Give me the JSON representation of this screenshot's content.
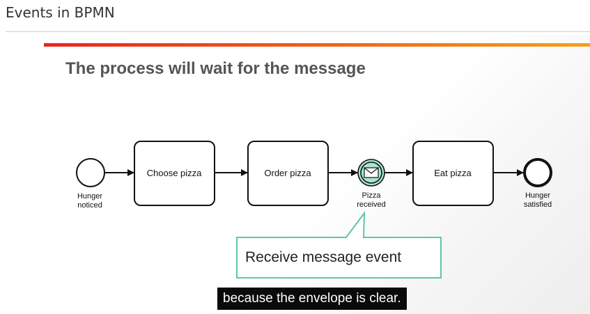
{
  "header": {
    "title": "Events in BPMN"
  },
  "slide": {
    "heading": "The process will wait for the message",
    "diagram": {
      "start_event": {
        "label_line1": "Hunger",
        "label_line2": "noticed"
      },
      "tasks": [
        {
          "label": "Choose pizza"
        },
        {
          "label": "Order pizza"
        },
        {
          "label": "Eat pizza"
        }
      ],
      "message_event": {
        "label_line1": "Pizza",
        "label_line2": "received",
        "icon": "envelope-icon",
        "fill_color": "#a8e6cf"
      },
      "end_event": {
        "label_line1": "Hunger",
        "label_line2": "satisfied"
      },
      "callout": {
        "text": "Receive message event",
        "border_color": "#5cc9a0"
      }
    }
  },
  "caption": {
    "text": "because the envelope is clear."
  },
  "colors": {
    "accent_start": "#e8251e",
    "accent_end": "#f5a01a"
  }
}
